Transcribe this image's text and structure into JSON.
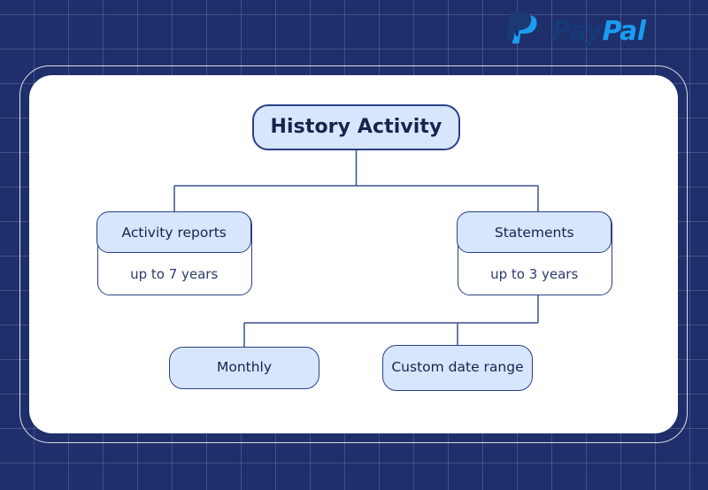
{
  "brand": {
    "logo_name": "paypal-logo",
    "word_primary": "Pay",
    "word_secondary": "Pal",
    "color_dark": "#163a78",
    "color_light": "#1a9cf0"
  },
  "theme": {
    "background_navy": "#1f2f6b",
    "grid_line": "rgba(255,255,255,0.16)",
    "card_background": "#ffffff",
    "node_fill": "#d7e6fc",
    "node_border": "#2b3f86",
    "text_navy": "#16244f",
    "text_body": "#2b3a6b",
    "connector": "#3a4f91"
  },
  "diagram": {
    "type": "flowchart",
    "root": {
      "id": "history-activity",
      "label": "History Activity"
    },
    "branches": [
      {
        "id": "activity-reports",
        "label": "Activity reports",
        "detail": "up to 7 years"
      },
      {
        "id": "statements",
        "label": "Statements",
        "detail": "up to 3 years"
      }
    ],
    "leaves": [
      {
        "id": "monthly",
        "label": "Monthly"
      },
      {
        "id": "custom-date-range",
        "label": "Custom date range"
      }
    ]
  }
}
